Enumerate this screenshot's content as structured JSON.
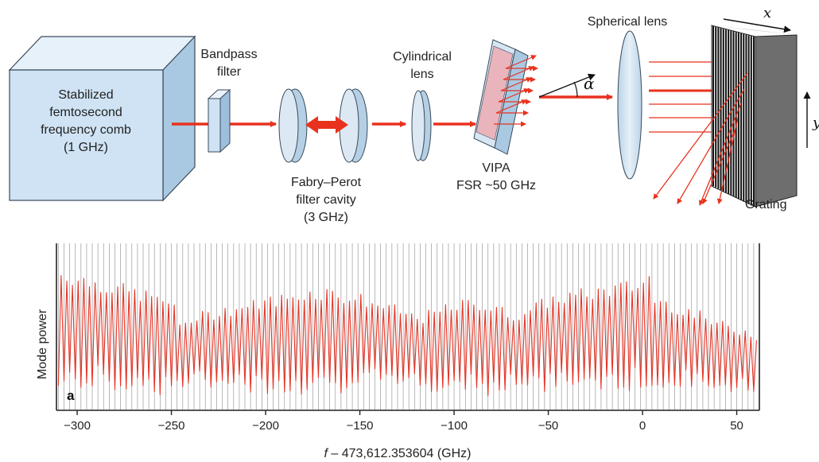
{
  "setup": {
    "comb_label": [
      "Stabilized",
      "femtosecond",
      "frequency comb",
      "(1 GHz)"
    ],
    "bandpass_label": [
      "Bandpass",
      "filter"
    ],
    "fabry_perot_label": [
      "Fabry–Perot",
      "filter cavity",
      "(3 GHz)"
    ],
    "cylindrical_label": [
      "Cylindrical",
      "lens"
    ],
    "vipa_label": [
      "VIPA",
      "FSR ~50 GHz"
    ],
    "alpha_symbol": "α",
    "spherical_label": "Spherical lens",
    "grating_label": "Grating",
    "x_axis_symbol": "x",
    "y_axis_symbol": "y"
  },
  "colors": {
    "beam": "#e8321e",
    "box_fill": "#cfe3f4",
    "box_stroke": "#3a4a5a",
    "optic_fill": "#d8e8f4",
    "vipa_pink": "#e9b4bc",
    "trace": "#e53526",
    "gridline": "#9a9a9a"
  },
  "chart_data": {
    "type": "line",
    "panel_label": "a",
    "xlabel_italic": "f",
    "xlabel_rest": " – 473,612.353604 (GHz)",
    "ylabel": "Mode power",
    "xlim": [
      -311,
      62
    ],
    "ylim": [
      0,
      1
    ],
    "xticks": [
      -300,
      -250,
      -200,
      -150,
      -100,
      -50,
      0,
      50
    ],
    "xtick_labels": [
      "−300",
      "−250",
      "−200",
      "−150",
      "−100",
      "−50",
      "0",
      "50"
    ],
    "grid_spacing_ghz": 3,
    "mode_spacing_ghz": 3,
    "series": [
      {
        "envelope_x": [
          -310,
          -300,
          -290,
          -280,
          -270,
          -260,
          -251,
          -248,
          -240,
          -230,
          -220,
          -210,
          -200,
          -190,
          -180,
          -170,
          -160,
          -150,
          -140,
          -130,
          -120,
          -110,
          -100,
          -90,
          -80,
          -70,
          -60,
          -50,
          -40,
          -30,
          -20,
          -10,
          -1,
          0,
          5,
          15,
          25,
          35,
          45,
          55,
          60
        ],
        "envelope_y": [
          0.86,
          0.83,
          0.8,
          0.77,
          0.74,
          0.71,
          0.68,
          0.54,
          0.58,
          0.61,
          0.64,
          0.66,
          0.69,
          0.71,
          0.74,
          0.75,
          0.72,
          0.7,
          0.66,
          0.62,
          0.58,
          0.62,
          0.66,
          0.68,
          0.64,
          0.6,
          0.64,
          0.7,
          0.72,
          0.74,
          0.76,
          0.78,
          0.8,
          0.96,
          0.7,
          0.66,
          0.62,
          0.56,
          0.52,
          0.5,
          0.46
        ],
        "floor_y": 0.08
      }
    ]
  }
}
